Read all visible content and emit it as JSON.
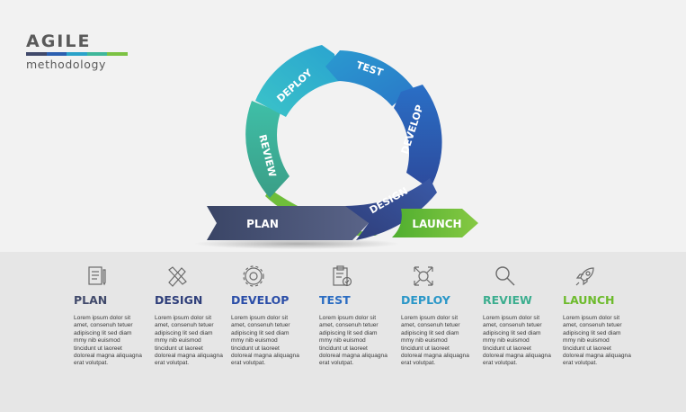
{
  "logo": {
    "title": "AGILE",
    "subtitle": "methodology",
    "bar_colors": [
      "#414a6b",
      "#2b5fb0",
      "#2aa2c9",
      "#3fb79a",
      "#7cc243"
    ]
  },
  "cycle": {
    "plan": "PLAN",
    "design": "DESIGN",
    "develop": "DEVELOP",
    "test": "TEST",
    "deploy": "DEPLOY",
    "review": "REVIEW",
    "launch": "LAUNCH"
  },
  "steps": [
    {
      "name": "PLAN",
      "icon": "checklist-icon",
      "color": "#414a6b",
      "text": "Lorem ipsum dolor sit amet, consenuh tetuer adipiscing lit sed diam mmy nib euismod tincidunt ut laoreet doloreal magna aliquagna erat volutpat."
    },
    {
      "name": "DESIGN",
      "icon": "pencil-ruler-icon",
      "color": "#2f3f7a",
      "text": "Lorem ipsum dolor sit amet, consenuh tetuer adipiscing lit sed diam mmy nib euismod tincidunt ut laoreet doloreal magna aliquagna erat volutpat."
    },
    {
      "name": "DEVELOP",
      "icon": "gear-icon",
      "color": "#2b4ea8",
      "text": "Lorem ipsum dolor sit amet, consenuh tetuer adipiscing lit sed diam mmy nib euismod tincidunt ut laoreet doloreal magna aliquagna erat volutpat."
    },
    {
      "name": "TEST",
      "icon": "clipboard-check-icon",
      "color": "#2a6cc2",
      "text": "Lorem ipsum dolor sit amet, consenuh tetuer adipiscing lit sed diam mmy nib euismod tincidunt ut laoreet doloreal magna aliquagna erat volutpat."
    },
    {
      "name": "DEPLOY",
      "icon": "expand-arrows-icon",
      "color": "#2a97c8",
      "text": "Lorem ipsum dolor sit amet, consenuh tetuer adipiscing lit sed diam mmy nib euismod tincidunt ut laoreet doloreal magna aliquagna erat volutpat."
    },
    {
      "name": "REVIEW",
      "icon": "magnifier-icon",
      "color": "#3cae8f",
      "text": "Lorem ipsum dolor sit amet, consenuh tetuer adipiscing lit sed diam mmy nib euismod tincidunt ut laoreet doloreal magna aliquagna erat volutpat."
    },
    {
      "name": "LAUNCH",
      "icon": "rocket-icon",
      "color": "#6dbb2c",
      "text": "Lorem ipsum dolor sit amet, consenuh tetuer adipiscing lit sed diam mmy nib euismod tincidunt ut laoreet doloreal magna aliquagna erat volutpat."
    }
  ]
}
